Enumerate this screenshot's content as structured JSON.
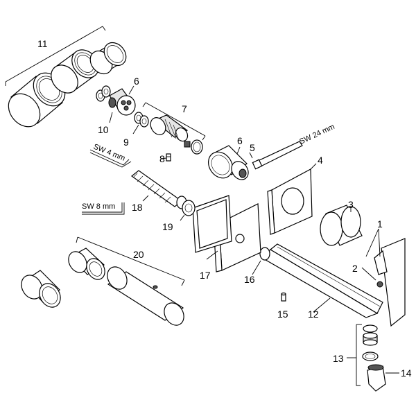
{
  "callouts": {
    "c1": "1",
    "c2": "2",
    "c3": "3",
    "c4": "4",
    "c5": "5",
    "c6a": "6",
    "c6b": "6",
    "c7": "7",
    "c8": "8",
    "c9": "9",
    "c10": "10",
    "c11": "11",
    "c12": "12",
    "c13": "13",
    "c14": "14",
    "c15": "15",
    "c16": "16",
    "c17": "17",
    "c18": "18",
    "c19": "19",
    "c20": "20"
  },
  "tools": {
    "sw24": "SW 24 mm",
    "sw4": "SW 4 mm",
    "sw8": "SW 8 mm"
  }
}
